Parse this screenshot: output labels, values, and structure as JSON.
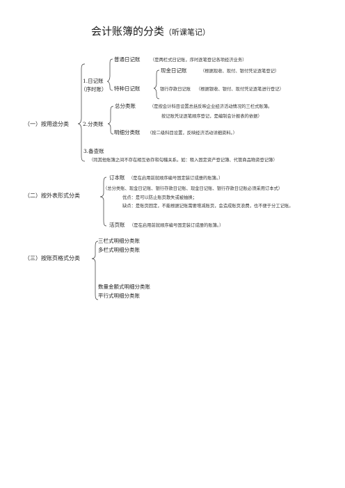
{
  "title": {
    "main": "会计账簿的分类",
    "sub": "（听课笔记）"
  },
  "sec1": {
    "label": "（一）按用途分类",
    "journal": {
      "label": "1.日记账",
      "sublabel": "（序时账）",
      "general": {
        "label": "普通日记账",
        "note": "（是两栏式日记账，序时逐笔登记各项经济业务）"
      },
      "special": {
        "label": "特种日记账",
        "cash": {
          "label": "现金日记账",
          "note": "（根据现收、现付、银付凭证逐笔登记）"
        },
        "bank": {
          "label": "银行存款日记账",
          "note": "（根据银收、银付、现付凭证逐笔进行登记）"
        }
      }
    },
    "ledger": {
      "label": "2.分类账",
      "general": {
        "label": "总分类账",
        "note1": "（是按会计科目设置总括反映企业经济活动情况的三栏式账簿。",
        "note2": "按记账凭证逐笔顺序登记，是编制会计报表的依据）"
      },
      "detail": {
        "label": "明细分类账",
        "note": "（按二级科目设置，反映经济活动详细资料。）"
      }
    },
    "memo": {
      "label": "3.备查账",
      "note": "（同其他账簿之间不存在相互依存和勾稽关系。如：租入固定资产登记簿、代管商品物资登记簿）"
    }
  },
  "sec2": {
    "label": "（二）按外表形式分类",
    "bound": {
      "label": "订本账",
      "note": "（是在启用前就顺序编号固定装订成册的账簿。）",
      "note2": "（总分类账、现金日记账、银行存款日记账、现金日记账、银行存款日记账必须采用订本式）",
      "pros": "优点：是可以防止账页散失或被抽换；",
      "cons": "缺点：是账页固定，不能根据记账需要增减账页，会造成账页浪费，也不便于分工记账。"
    },
    "loose": {
      "label": "活页账",
      "note": "（是在启用前就顺序编号固定装订成册的账簿。）"
    }
  },
  "sec3": {
    "label": "（三）按账页格式分类",
    "items": [
      "三栏式明细分类账",
      "多栏式明细分类账",
      "数量金额式明细分类账",
      "平行式明细分类账"
    ]
  }
}
